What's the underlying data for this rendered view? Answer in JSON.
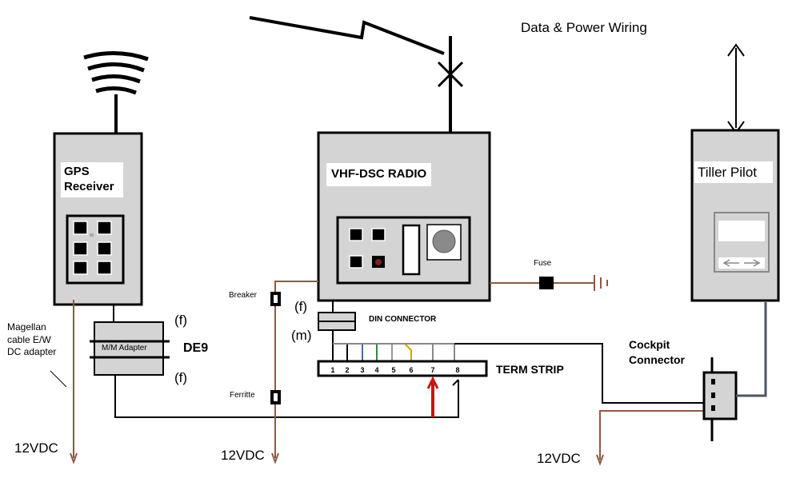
{
  "title": "Data & Power Wiring",
  "gps": {
    "label_line1": "GPS",
    "label_line2": "Receiver"
  },
  "radio": {
    "label": "VHF-DSC RADIO"
  },
  "tiller": {
    "label": "Tiller Pilot"
  },
  "labels": {
    "fuse": "Fuse",
    "breaker": "Breaker",
    "ferrite": "Ferritte",
    "din_connector": "DIN CONNECTOR",
    "term_strip": "TERM STRIP",
    "de9": "DE9",
    "mm_adapter": "M/M Adapter",
    "female_top": "(f)",
    "female_bottom": "(f)",
    "din_female": "(f)",
    "din_male": "(m)",
    "cockpit_line1": "Cockpit",
    "cockpit_line2": "Connector",
    "magellan_line1": "Magellan",
    "magellan_line2": "cable E/W",
    "magellan_line3": "DC adapter",
    "power_left": "12VDC",
    "power_mid": "12VDC",
    "power_right": "12VDC"
  },
  "term_strip_terminals": [
    "1",
    "2",
    "3",
    "4",
    "5",
    "6",
    "7",
    "8"
  ],
  "colors": {
    "box_fill": "#d4d4d4",
    "power_wire": "#8b5a44",
    "red_wire": "#cc1111",
    "gray_wire": "#4d5663",
    "black": "#000000"
  }
}
